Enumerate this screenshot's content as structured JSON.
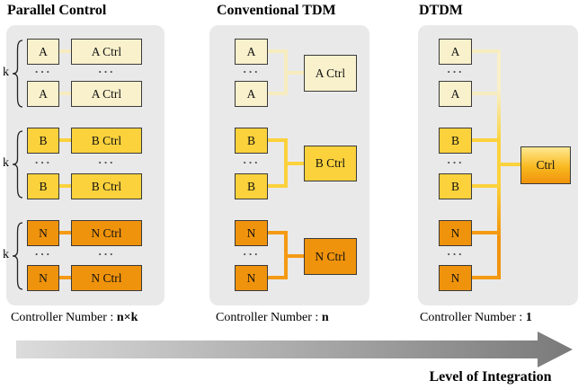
{
  "figure": {
    "dots": "···",
    "arrow_label": "Level of Integration"
  },
  "colors": {
    "cream": "#F9F1CC",
    "yellow": "#FBD23C",
    "orange": "#F0930C",
    "panel_background": "#E9E9E9",
    "box_border": "#3A3A3A",
    "arrow_gradient_start": "#DCDCDC",
    "arrow_gradient_end": "#7A7A7A"
  },
  "panels": [
    {
      "title": "Parallel Control",
      "count_prefix": "Controller Number : ",
      "count_value": "n×k",
      "k_label": "k",
      "groups": [
        {
          "unit": "A",
          "ctrl": "A Ctrl"
        },
        {
          "unit": "B",
          "ctrl": "B Ctrl"
        },
        {
          "unit": "N",
          "ctrl": "N Ctrl"
        }
      ]
    },
    {
      "title": "Conventional TDM",
      "count_prefix": "Controller Number : ",
      "count_value": "n",
      "groups": [
        {
          "unit": "A",
          "ctrl": "A Ctrl"
        },
        {
          "unit": "B",
          "ctrl": "B Ctrl"
        },
        {
          "unit": "N",
          "ctrl": "N Ctrl"
        }
      ]
    },
    {
      "title": "DTDM",
      "count_prefix": "Controller Number : ",
      "count_value": "1",
      "ctrl": "Ctrl",
      "groups": [
        {
          "unit": "A"
        },
        {
          "unit": "B"
        },
        {
          "unit": "N"
        }
      ]
    }
  ]
}
